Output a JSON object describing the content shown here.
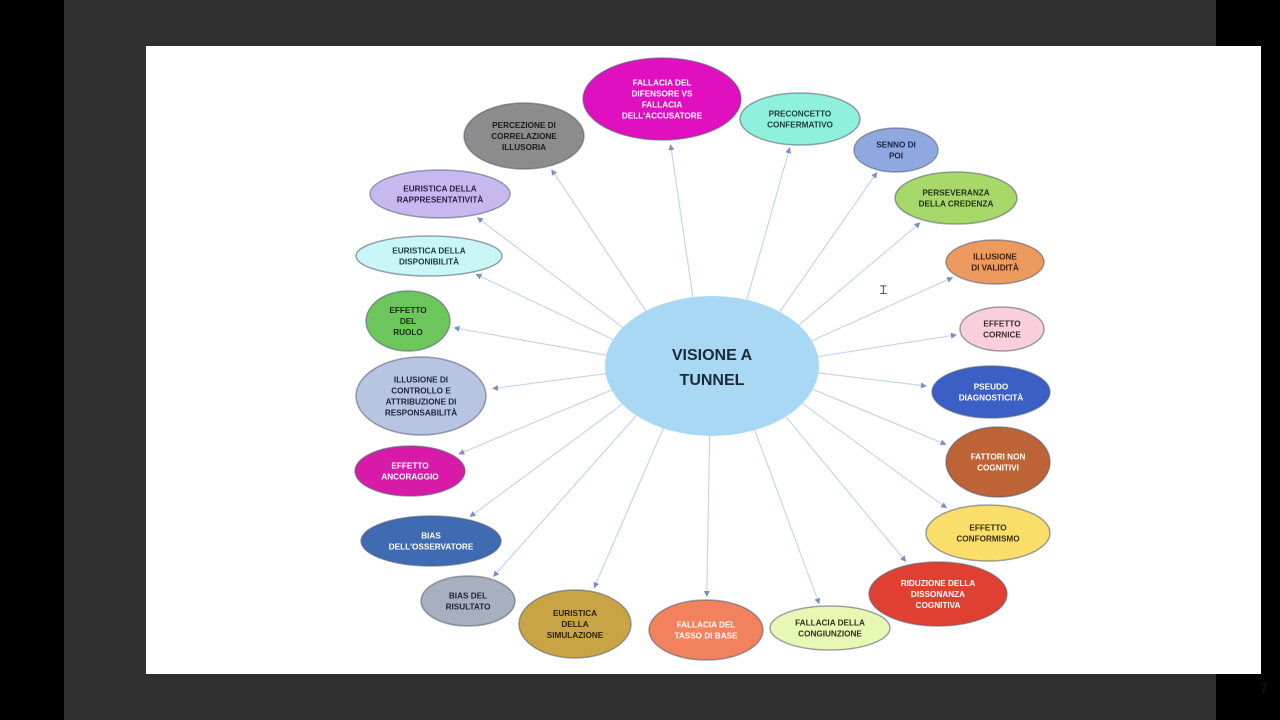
{
  "slide": {
    "page_number": "7",
    "center": {
      "lines": [
        "VISIONE A",
        "TUNNEL"
      ],
      "color": "#a9d8f5",
      "text_color": "#1c2a36"
    },
    "nodes": [
      {
        "id": "fallacia-difensore",
        "lines": [
          "FALLACIA DEL",
          "DIFENSORE VS",
          "FALLACIA",
          "DELL'ACCUSATORE"
        ],
        "fill": "#e010c0",
        "text": "#ffffff"
      },
      {
        "id": "preconcetto-confermativo",
        "lines": [
          "PRECONCETTO",
          "CONFERMATIVO"
        ],
        "fill": "#8ff0dc",
        "text": "#1f3a3a"
      },
      {
        "id": "senno-di-poi",
        "lines": [
          "SENNO DI",
          "POI"
        ],
        "fill": "#8fa8e0",
        "text": "#1a2244"
      },
      {
        "id": "perseveranza-credenza",
        "lines": [
          "PERSEVERANZA",
          "DELLA CREDENZA"
        ],
        "fill": "#a7d86a",
        "text": "#233214"
      },
      {
        "id": "illusione-validita",
        "lines": [
          "ILLUSIONE",
          "DI VALIDITÀ"
        ],
        "fill": "#ec9a5e",
        "text": "#3a1f0e"
      },
      {
        "id": "effetto-cornice",
        "lines": [
          "EFFETTO",
          "CORNICE"
        ],
        "fill": "#f8cfda",
        "text": "#3d2a30"
      },
      {
        "id": "pseudo-diagnosticita",
        "lines": [
          "PSEUDO",
          "DIAGNOSTICITÀ"
        ],
        "fill": "#3b5fc4",
        "text": "#ffffff"
      },
      {
        "id": "fattori-non-cognitivi",
        "lines": [
          "FATTORI NON",
          "COGNITIVI"
        ],
        "fill": "#bd6336",
        "text": "#ffffff"
      },
      {
        "id": "effetto-conformismo",
        "lines": [
          "EFFETTO",
          "CONFORMISMO"
        ],
        "fill": "#f9de6a",
        "text": "#3a300c"
      },
      {
        "id": "riduzione-dissonanza",
        "lines": [
          "RIDUZIONE DELLA",
          "DISSONANZA",
          "COGNITIVA"
        ],
        "fill": "#e04032",
        "text": "#ffffff"
      },
      {
        "id": "fallacia-congiunzione",
        "lines": [
          "FALLACIA DELLA",
          "CONGIUNZIONE"
        ],
        "fill": "#e6f8b4",
        "text": "#2c3318"
      },
      {
        "id": "fallacia-tasso-base",
        "lines": [
          "FALLACIA DEL",
          "TASSO DI BASE"
        ],
        "fill": "#f2815e",
        "text": "#ffffff"
      },
      {
        "id": "euristica-simulazione",
        "lines": [
          "EURISTICA",
          "DELLA",
          "SIMULAZIONE"
        ],
        "fill": "#c9a444",
        "text": "#2d230a"
      },
      {
        "id": "bias-risultato",
        "lines": [
          "BIAS DEL",
          "RISULTATO"
        ],
        "fill": "#a8b0c0",
        "text": "#1e2230"
      },
      {
        "id": "bias-osservatore",
        "lines": [
          "BIAS",
          "DELL'OSSERVATORE"
        ],
        "fill": "#3f6bb2",
        "text": "#ffffff"
      },
      {
        "id": "effetto-ancoraggio",
        "lines": [
          "EFFETTO",
          "ANCORAGGIO"
        ],
        "fill": "#d81aa8",
        "text": "#ffffff"
      },
      {
        "id": "illusione-controllo",
        "lines": [
          "ILLUSIONE DI",
          "CONTROLLO E",
          "ATTRIBUZIONE DI",
          "RESPONSABILITÀ"
        ],
        "fill": "#b7c4e2",
        "text": "#1d2540"
      },
      {
        "id": "effetto-ruolo",
        "lines": [
          "EFFETTO",
          "DEL",
          "RUOLO"
        ],
        "fill": "#6cc65c",
        "text": "#17300f"
      },
      {
        "id": "euristica-disponibilita",
        "lines": [
          "EURISTICA DELLA",
          "DISPONIBILITÀ"
        ],
        "fill": "#c9f6f6",
        "text": "#1d3a3a"
      },
      {
        "id": "euristica-rappresentativita",
        "lines": [
          "EURISTICA DELLA",
          "RAPPRESENTATIVITÀ"
        ],
        "fill": "#c8b8f0",
        "text": "#2a2048"
      },
      {
        "id": "percezione-correlazione",
        "lines": [
          "PERCEZIONE DI",
          "CORRELAZIONE",
          "ILLUSORIA"
        ],
        "fill": "#8c8c8c",
        "text": "#1c1c1c"
      }
    ]
  }
}
